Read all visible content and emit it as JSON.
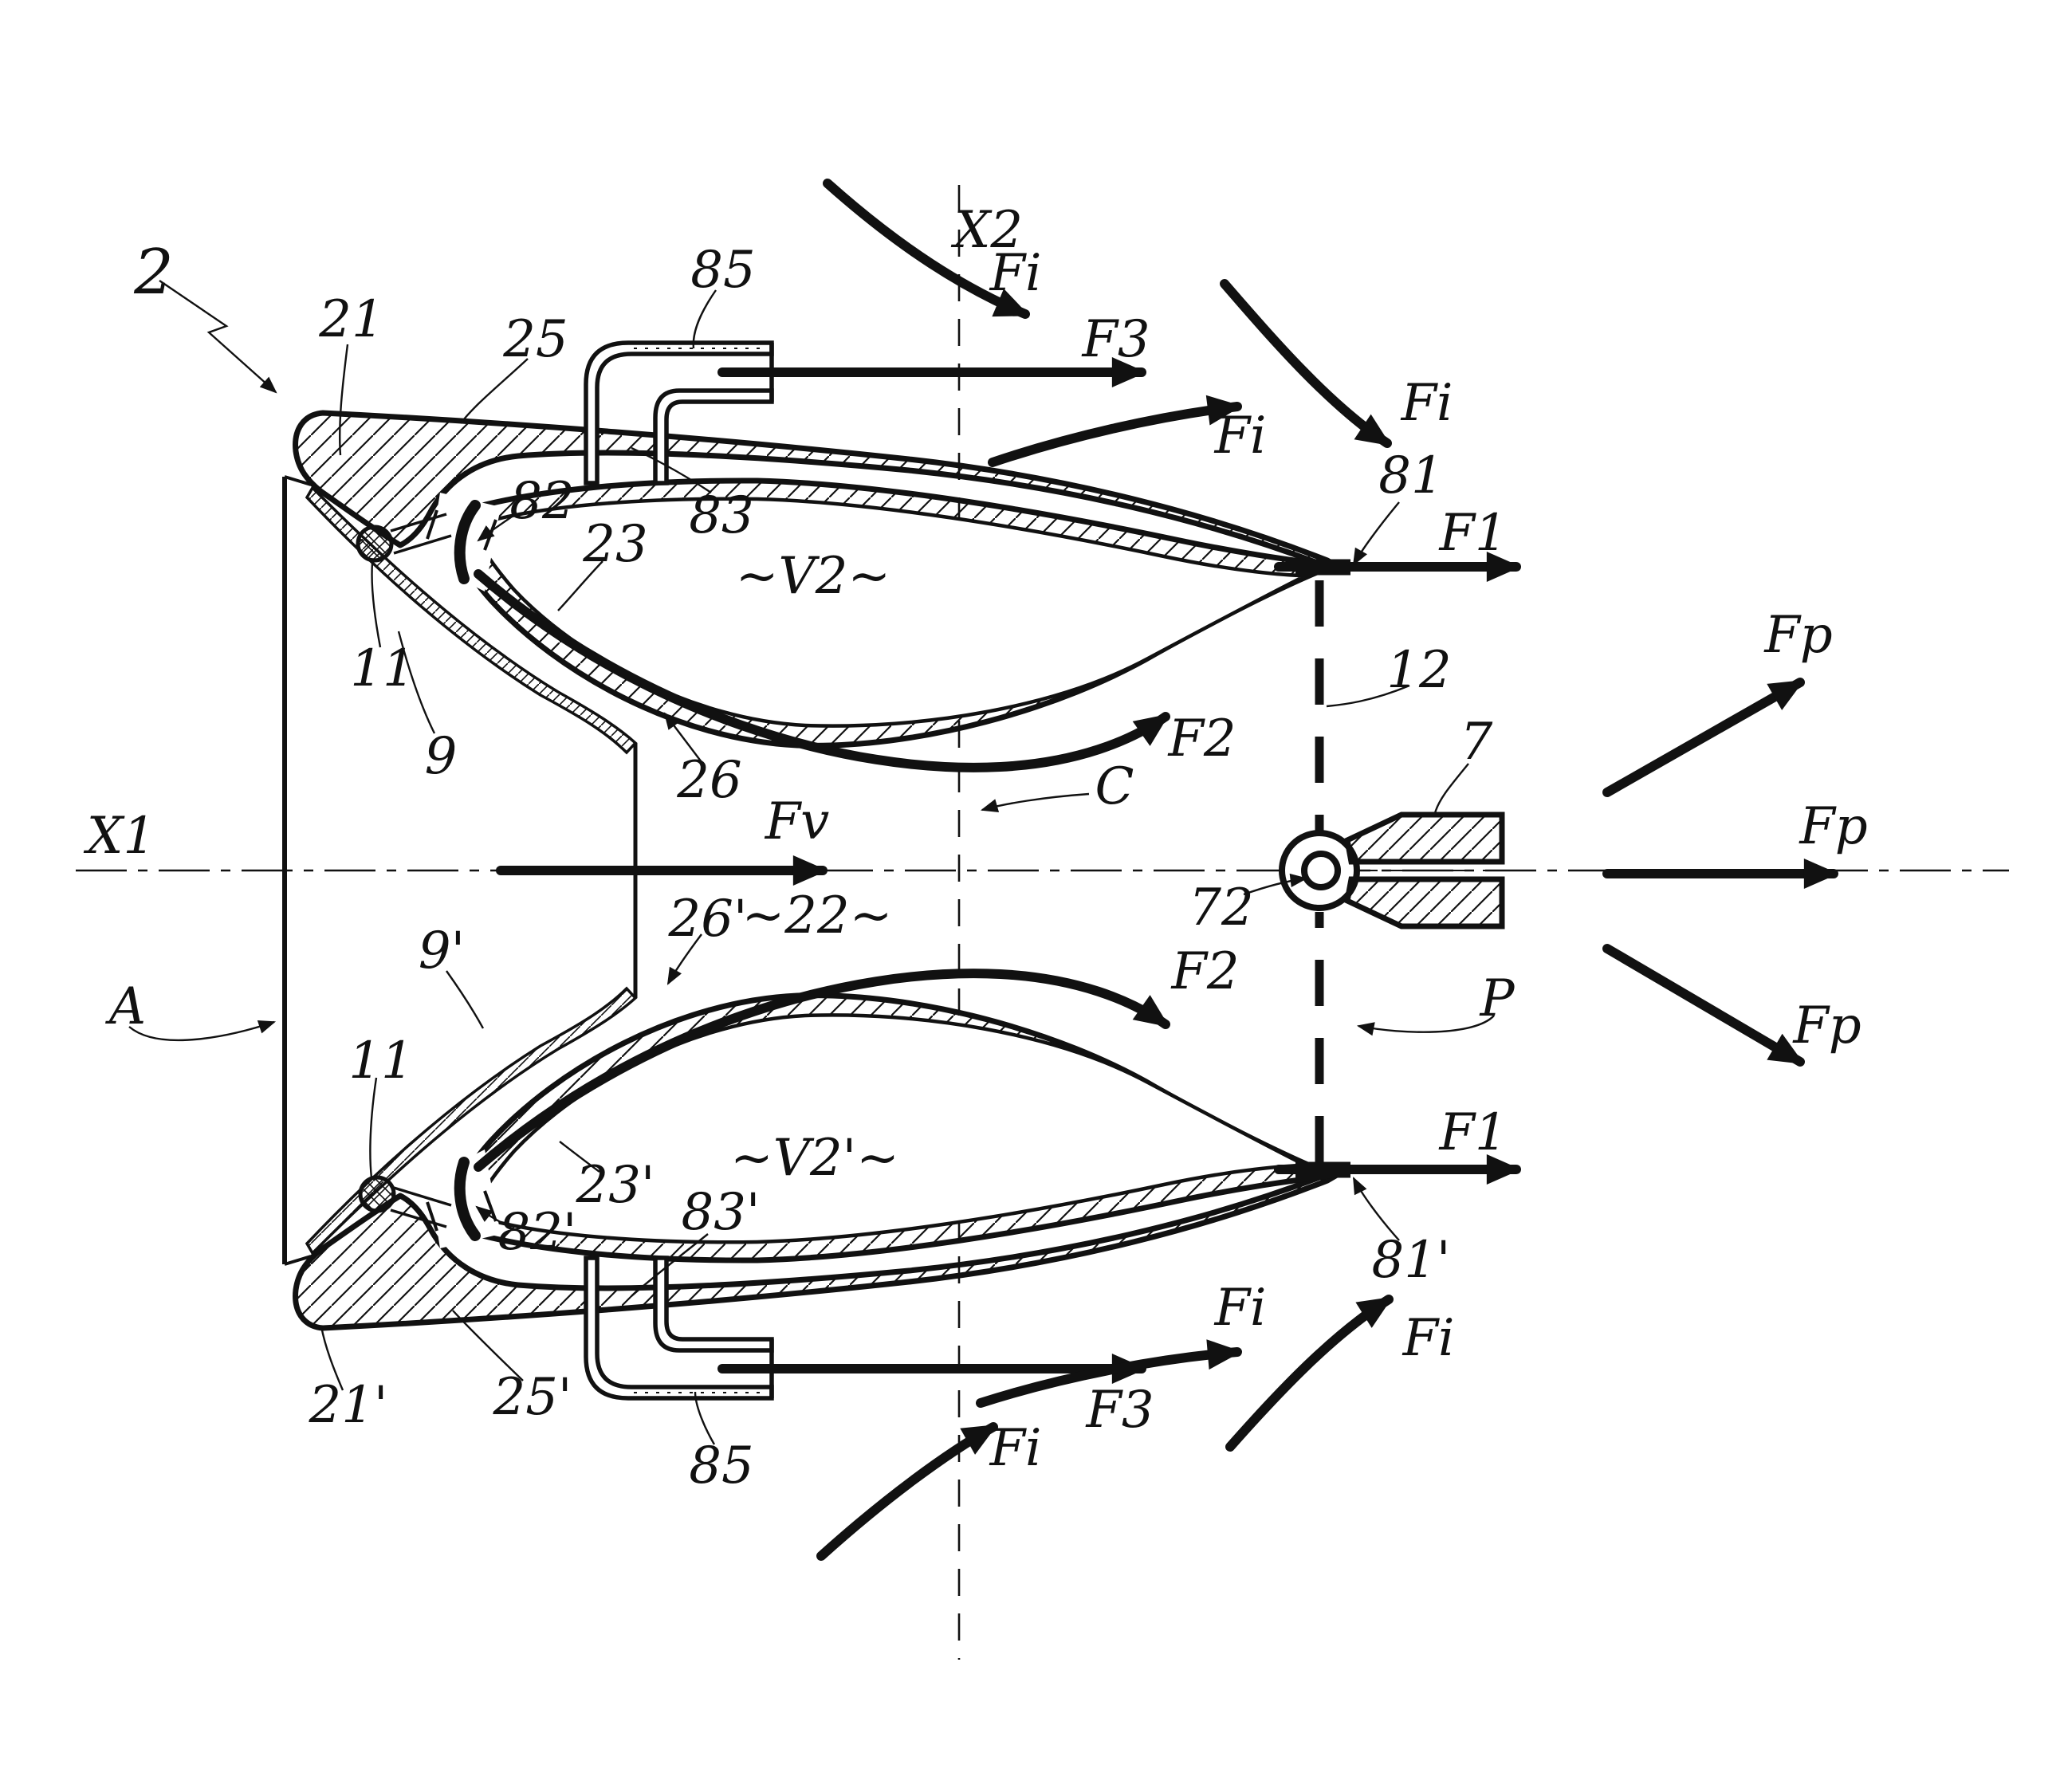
{
  "figure": {
    "type": "patent-technical-diagram",
    "subject": "turbomachine air inlet / thrust reverser cross-section",
    "ink_color": "#111111",
    "background_color": "#ffffff"
  },
  "labels": {
    "ref2": "2",
    "ref21": "21",
    "ref25": "25",
    "ref85_top": "85",
    "ref83": "83",
    "ref82": "82",
    "ref23": "23",
    "ref11_top": "11",
    "ref9": "9",
    "ref26": "26",
    "ref26p": "26'",
    "ref22": "~22~",
    "refV2": "~V2~",
    "refV2p": "~V2'~",
    "ref9p": "9'",
    "ref11_bot": "11",
    "ref21p": "21'",
    "ref25p": "25'",
    "ref82p": "82'",
    "ref23p": "23'",
    "ref83p": "83'",
    "ref85_bot": "85",
    "ref81": "81",
    "ref81p": "81'",
    "ref12": "12",
    "ref7": "7",
    "ref72": "72",
    "axisX1": "X1",
    "axisX2": "X2",
    "planeA": "A",
    "planeC": "C",
    "planeP": "P",
    "forceFv": "Fv",
    "forceF1_top": "F1",
    "forceF1_bot": "F1",
    "forceF2_top": "F2",
    "forceF2_bot": "F2",
    "forceF3_top": "F3",
    "forceF3_bot": "F3",
    "forceFi_x2_top": "Fi",
    "forceFi_mid_top": "Fi",
    "forceFi_right_top": "Fi",
    "forceFi_x2_bot": "Fi",
    "forceFi_mid_bot": "Fi",
    "forceFi_right_bot": "Fi",
    "forceFp_top": "Fp",
    "forceFp_mid": "Fp",
    "forceFp_bot": "Fp"
  }
}
